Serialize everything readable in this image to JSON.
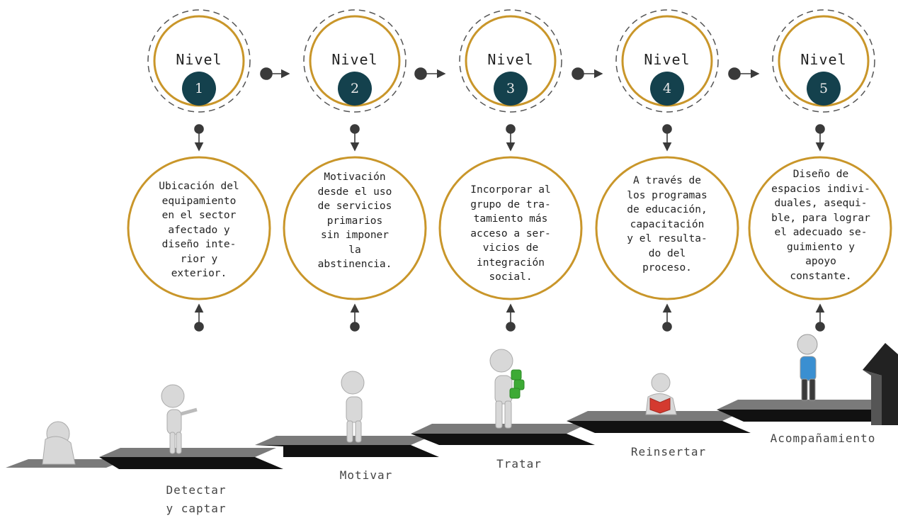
{
  "levels": [
    {
      "label": "Nivel",
      "number": "1",
      "description": "Ubicación del\nequipamiento\nen el sector\nafectado y\ndiseño inte-\nrior y\nexterior.",
      "step": "Detectar\ny captar"
    },
    {
      "label": "Nivel",
      "number": "2",
      "description": "Motivación\ndesde el uso\nde servicios\nprimarios\nsin imponer\nla\nabstinencia.",
      "step": "Motivar"
    },
    {
      "label": "Nivel",
      "number": "3",
      "description": "Incorporar al\ngrupo de tra-\ntamiento más\nacceso a ser-\nvicios de\nintegración\nsocial.",
      "step": "Tratar"
    },
    {
      "label": "Nivel",
      "number": "4",
      "description": "A través de\nlos programas\nde educación,\ncapacitación\ny el resulta-\ndo del\nproceso.",
      "step": "Reinsertar"
    },
    {
      "label": "Nivel",
      "number": "5",
      "description": "Diseño de\nespacios indivi-\nduales, asequi-\nble, para lograr\nel adecuado se-\nguimiento y\napoyo\nconstante.",
      "step": "Acompañamiento"
    }
  ],
  "colors": {
    "ring": "#c9962a",
    "number_badge": "#14414d",
    "stairs_top": "#7a7a7a",
    "stairs_front": "#111111",
    "connector": "#3a3a3a"
  }
}
